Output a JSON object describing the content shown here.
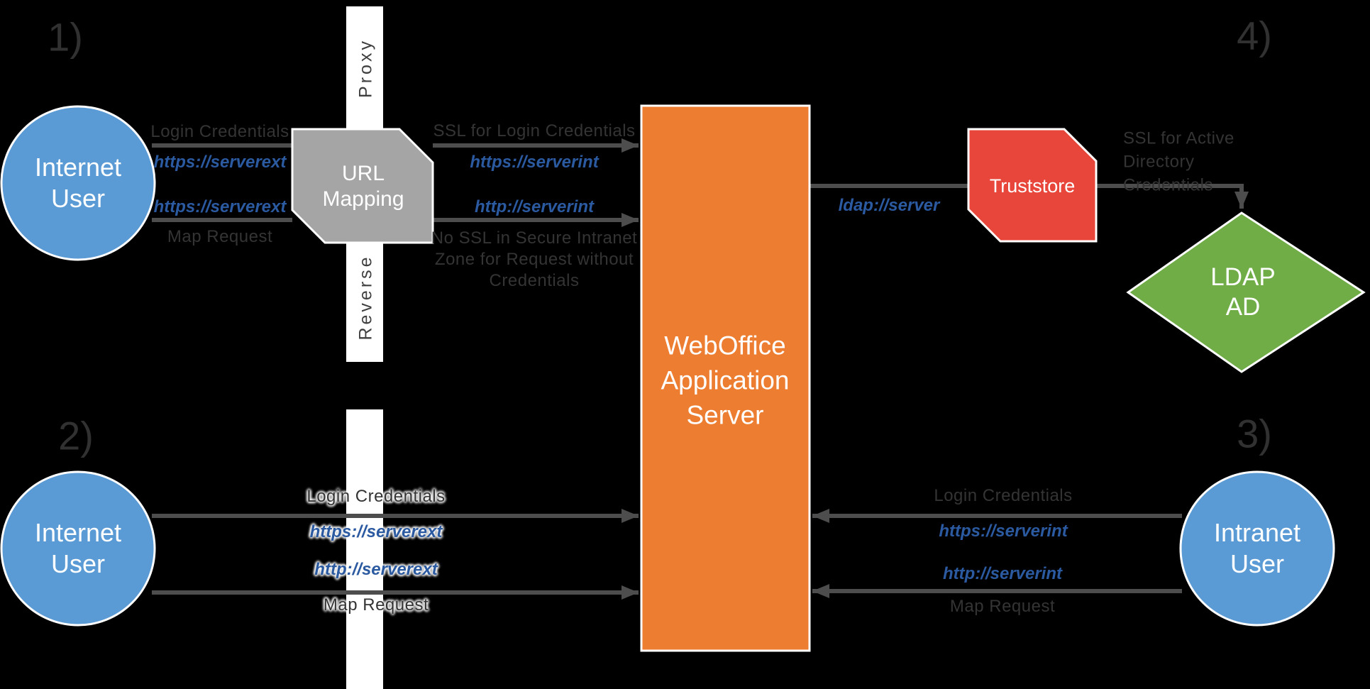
{
  "numbers": {
    "n1": "1)",
    "n2": "2)",
    "n3": "3)",
    "n4": "4)"
  },
  "proxy_bar": {
    "top_label": "Proxy",
    "bottom_label": "Reverse"
  },
  "nodes": {
    "internet_user_1": {
      "line1": "Internet",
      "line2": "User"
    },
    "internet_user_2": {
      "line1": "Internet",
      "line2": "User"
    },
    "intranet_user": {
      "line1": "Intranet",
      "line2": "User"
    },
    "url_mapping": {
      "line1": "URL",
      "line2": "Mapping"
    },
    "app_server": {
      "line1": "WebOffice",
      "line2": "Application",
      "line3": "Server"
    },
    "truststore": {
      "label": "Truststore"
    },
    "ldap_ad": {
      "line1": "LDAP",
      "line2": "AD"
    }
  },
  "flows": {
    "s1_left": {
      "above_arrow1": "Login Credentials",
      "url1": "https://serverext",
      "url2": "https://serverext",
      "below_arrow2": "Map Request"
    },
    "s1_right": {
      "above_arrow1": "SSL for Login Credentials",
      "url1": "https://serverint",
      "url2": "http://serverint",
      "note_line1": "No SSL in Secure Intranet",
      "note_line2": "Zone for Request without",
      "note_line3": "Credentials"
    },
    "s2": {
      "above_arrow1": "Login Credentials",
      "url1": "https://serverext",
      "url2": "http://serverext",
      "below_arrow2": "Map Request"
    },
    "s3": {
      "above_arrow1": "Login Credentials",
      "url1": "https://serverint",
      "url2": "http://serverint",
      "below_arrow2": "Map Request"
    },
    "s4": {
      "url": "ldap://server",
      "ssl_line1": "SSL for Active Directory",
      "ssl_line2": "Credentials"
    }
  },
  "colors": {
    "background": "#000000",
    "user_node": "#5B9BD5",
    "server_node": "#ED7D31",
    "mapping_node": "#A5A5A5",
    "truststore_node": "#E8463A",
    "ldap_node": "#70AD47",
    "arrow": "#4D4D4D",
    "label_gray": "#343434",
    "url_blue": "#2B5AA1",
    "bar_white": "#FFFFFF"
  }
}
